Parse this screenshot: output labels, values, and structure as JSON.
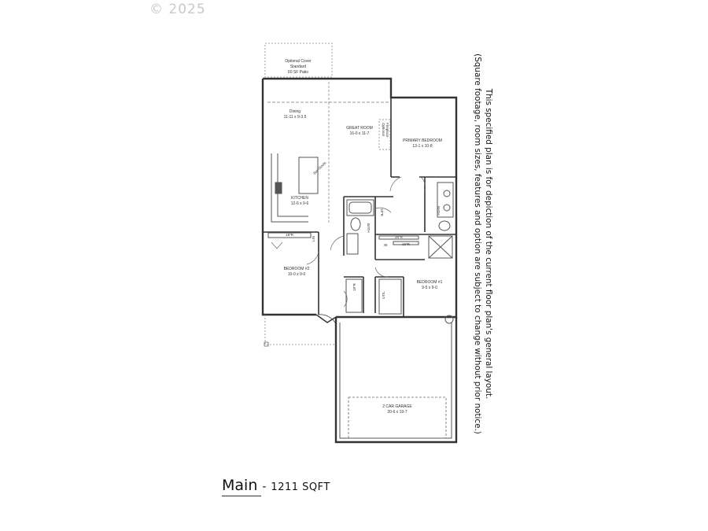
{
  "copyright": "© 2025",
  "rooms": {
    "patio": {
      "lines": [
        "Optional Cover",
        "Standard",
        "60 SF Patio"
      ]
    },
    "dining": {
      "name": "Dining",
      "dims": "11-11 x 9-3.5"
    },
    "great_room": {
      "name": "GREAT ROOM",
      "dims": "16-0 x 11-7"
    },
    "fireplace": {
      "lines": [
        "Optional",
        "Fireplace"
      ]
    },
    "primary_bedroom": {
      "name": "PRIMARY BEDROOM",
      "dims": "13-1 x 10-8"
    },
    "kitchen": {
      "name": "KITCHEN",
      "dims": "12-6 x 9-6"
    },
    "bath_primary": {
      "name": "BATH"
    },
    "bath_hall": {
      "name": "BATH"
    },
    "bedroom2": {
      "name": "BEDROOM #2",
      "dims": "10-0 x 9-0"
    },
    "bedroom1": {
      "name": "BEDROOM #1",
      "dims": "9-5 x 9-0"
    },
    "garage": {
      "name": "2 CAR GARAGE",
      "dims": "20-6 x 19-7"
    },
    "bar_note": "Bar Stools",
    "shelf_labels": [
      "18\"R",
      "18\"R",
      "16\"R",
      "20\"R",
      "18\"R"
    ],
    "small_labels": [
      "45",
      "UTIL",
      "LIN"
    ]
  },
  "disclaimer": {
    "line1": "This specified plan is for depiction of the current floor plan's general layout.",
    "line2": "(Square footage, room sizes, features and option are subject to change without prior notice.)"
  },
  "footer": {
    "title": "Main",
    "separator": "-",
    "sqft": "1211 SQFT"
  }
}
